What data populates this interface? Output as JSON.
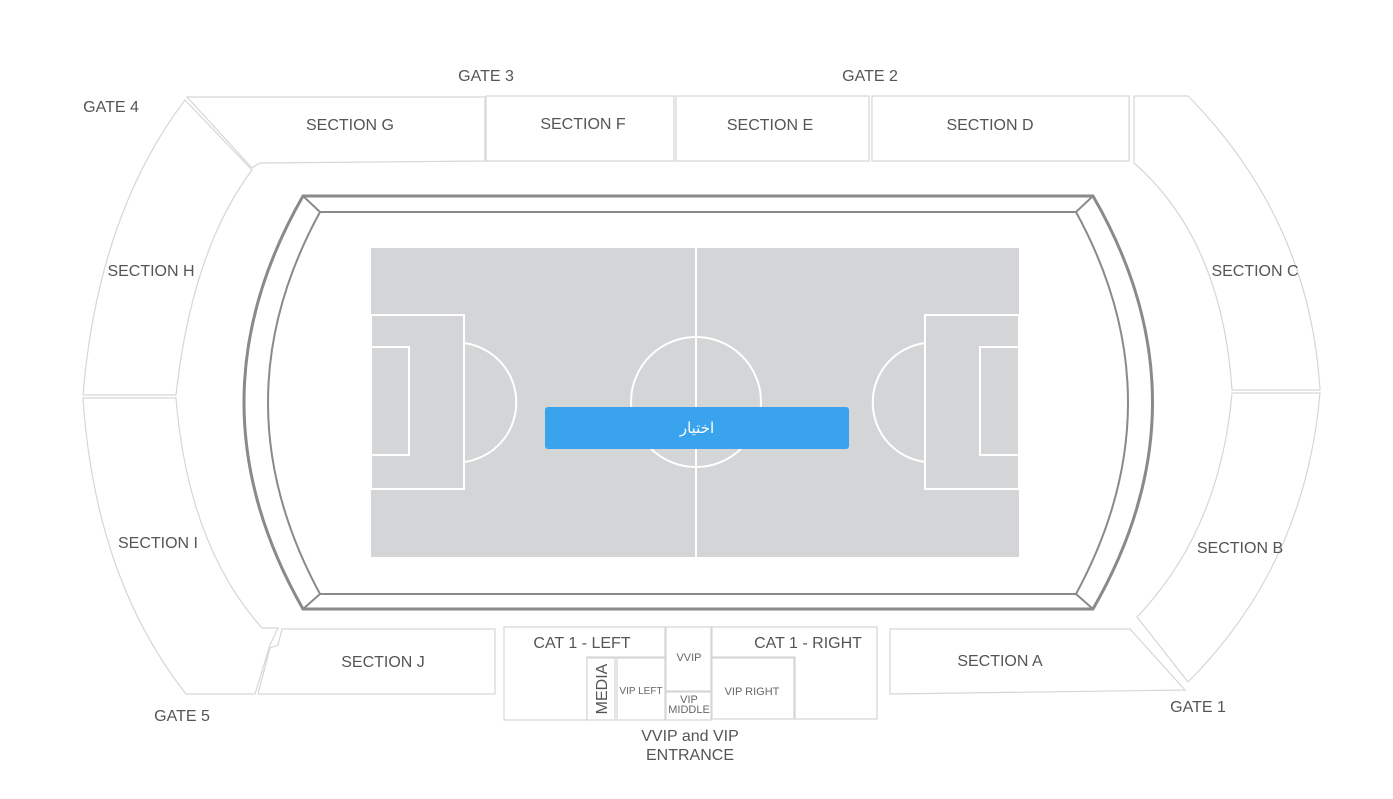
{
  "gates": {
    "gate1": "GATE 1",
    "gate2": "GATE 2",
    "gate3": "GATE 3",
    "gate4": "GATE 4",
    "gate5": "GATE 5"
  },
  "sections": {
    "a": "SECTION A",
    "b": "SECTION B",
    "c": "SECTION C",
    "d": "SECTION D",
    "e": "SECTION E",
    "f": "SECTION F",
    "g": "SECTION G",
    "h": "SECTION H",
    "i": "SECTION I",
    "j": "SECTION J"
  },
  "south_stand": {
    "cat1_left": "CAT 1 - LEFT",
    "cat1_right": "CAT 1 - RIGHT",
    "vvip": "VVIP",
    "media": "MEDIA",
    "vip_left": "VIP LEFT",
    "vip_right": "VIP RIGHT",
    "vip_middle_line1": "VIP",
    "vip_middle_line2": "MIDDLE",
    "entrance_line1": "VVIP and VIP",
    "entrance_line2": "ENTRANCE"
  },
  "select_button_label": "اختيار",
  "colors": {
    "pitch": "#d4d5d7",
    "track": "#8a8a8a",
    "section_border": "#d6d6d6",
    "button": "#3aa3ee"
  }
}
